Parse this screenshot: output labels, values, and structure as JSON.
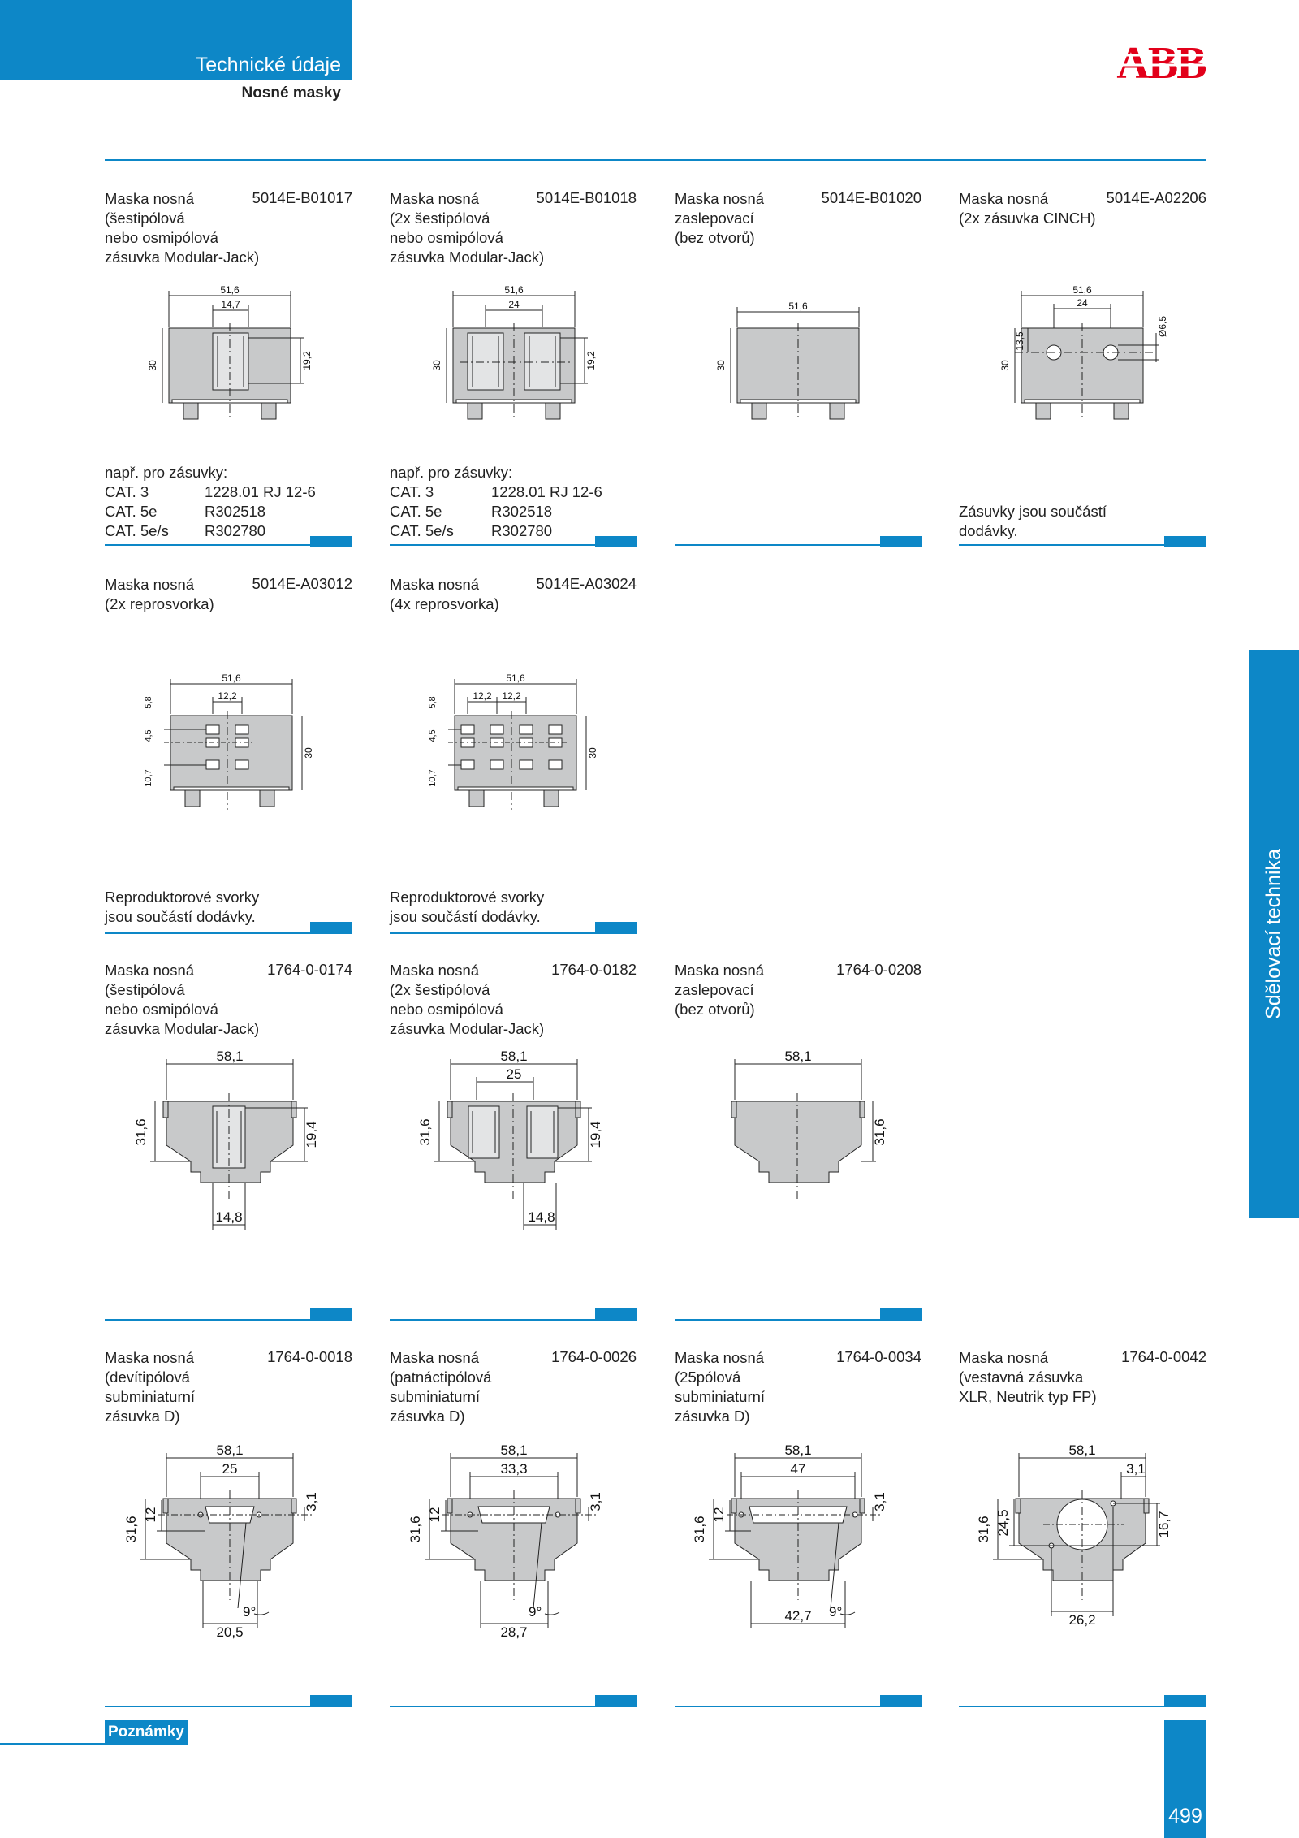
{
  "header": {
    "title": "Technické údaje",
    "subtitle": "Nosné masky",
    "logo": "ABB",
    "accent": "#0d87c7",
    "logo_color": "#e2001a"
  },
  "side_tab": "Sdělovací technika",
  "footer": {
    "notes_label": "Poznámky",
    "page_number": "499"
  },
  "row1": [
    {
      "title": "Maska nosná",
      "code": "5014E-B01017",
      "desc": [
        "(šestipólová",
        "nebo osmipólová",
        "zásuvka Modular-Jack)"
      ],
      "dims": {
        "w": "51,6",
        "a": "14,7",
        "h": "30",
        "b": "19,2"
      },
      "notes": [
        "např. pro zásuvky:"
      ],
      "cat": [
        [
          "CAT. 3",
          "1228.01 RJ 12-6"
        ],
        [
          "CAT. 5e",
          "R302518"
        ],
        [
          "CAT. 5e/s",
          "R302780"
        ]
      ]
    },
    {
      "title": "Maska nosná",
      "code": "5014E-B01018",
      "desc": [
        "(2x šestipólová",
        "nebo osmipólová",
        "zásuvka Modular-Jack)"
      ],
      "dims": {
        "w": "51,6",
        "a": "24",
        "h": "30",
        "b": "19,2"
      },
      "notes": [
        "např. pro zásuvky:"
      ],
      "cat": [
        [
          "CAT. 3",
          "1228.01 RJ 12-6"
        ],
        [
          "CAT. 5e",
          "R302518"
        ],
        [
          "CAT. 5e/s",
          "R302780"
        ]
      ]
    },
    {
      "title": "Maska nosná",
      "code": "5014E-B01020",
      "desc": [
        "zaslepovací",
        "(bez otvorů)"
      ],
      "dims": {
        "w": "51,6",
        "h": "30"
      },
      "notes": [],
      "cat": []
    },
    {
      "title": "Maska nosná",
      "code": "5014E-A02206",
      "desc": [
        "(2x zásuvka CINCH)"
      ],
      "dims": {
        "w": "51,6",
        "a": "24",
        "h": "30",
        "c": "13,5",
        "d": "Ø6,5"
      },
      "notes": [
        "Zásuvky jsou součástí",
        "dodávky."
      ],
      "cat": []
    }
  ],
  "row2": [
    {
      "title": "Maska nosná",
      "code": "5014E-A03012",
      "desc": [
        "(2x reprosvorka)"
      ],
      "dims": {
        "w": "51,6",
        "a": "12,2",
        "h": "30",
        "v1": "5,8",
        "v2": "4,5",
        "v3": "10,7"
      },
      "notes": [
        "Reproduktorové svorky",
        "jsou součástí dodávky."
      ]
    },
    {
      "title": "Maska nosná",
      "code": "5014E-A03024",
      "desc": [
        "(4x reprosvorka)"
      ],
      "dims": {
        "w": "51,6",
        "a": "12,2",
        "a2": "12,2",
        "h": "30",
        "v1": "5,8",
        "v2": "4,5",
        "v3": "10,7"
      },
      "notes": [
        "Reproduktorové svorky",
        "jsou součástí dodávky."
      ]
    }
  ],
  "row3": [
    {
      "title": "Maska nosná",
      "code": "1764-0-0174",
      "desc": [
        "(šestipólová",
        "nebo osmipólová",
        "zásuvka Modular-Jack)"
      ],
      "dims": {
        "w": "58,1",
        "h": "31,6",
        "b": "19,4",
        "c": "14,8"
      }
    },
    {
      "title": "Maska nosná",
      "code": "1764-0-0182",
      "desc": [
        "(2x šestipólová",
        "nebo osmipólová",
        "zásuvka Modular-Jack)"
      ],
      "dims": {
        "w": "58,1",
        "a": "25",
        "h": "31,6",
        "b": "19,4",
        "c": "14,8"
      }
    },
    {
      "title": "Maska nosná",
      "code": "1764-0-0208",
      "desc": [
        "zaslepovací",
        "(bez otvorů)"
      ],
      "dims": {
        "w": "58,1",
        "h": "31,6"
      }
    }
  ],
  "row4": [
    {
      "title": "Maska nosná",
      "code": "1764-0-0018",
      "desc": [
        "(devítipólová",
        "subminiaturní",
        "zásuvka D)"
      ],
      "dims": {
        "w": "58,1",
        "a": "25",
        "h": "31,6",
        "m": "12",
        "t": "3,1",
        "ang": "9°",
        "c": "20,5"
      }
    },
    {
      "title": "Maska nosná",
      "code": "1764-0-0026",
      "desc": [
        "(patnáctipólová",
        "subminiaturní",
        "zásuvka D)"
      ],
      "dims": {
        "w": "58,1",
        "a": "33,3",
        "h": "31,6",
        "m": "12",
        "t": "3,1",
        "ang": "9°",
        "c": "28,7"
      }
    },
    {
      "title": "Maska nosná",
      "code": "1764-0-0034",
      "desc": [
        "(25pólová",
        "subminiaturní",
        "zásuvka D)"
      ],
      "dims": {
        "w": "58,1",
        "a": "47",
        "h": "31,6",
        "m": "12",
        "t": "3,1",
        "ang": "9°",
        "c": "42,7"
      }
    },
    {
      "title": "Maska nosná",
      "code": "1764-0-0042",
      "desc": [
        "(vestavná zásuvka",
        "XLR, Neutrik typ FP)"
      ],
      "dims": {
        "w": "58,1",
        "t": "3,1",
        "h": "31,6",
        "m": "24,5",
        "b": "16,7",
        "c": "26,2"
      }
    }
  ]
}
